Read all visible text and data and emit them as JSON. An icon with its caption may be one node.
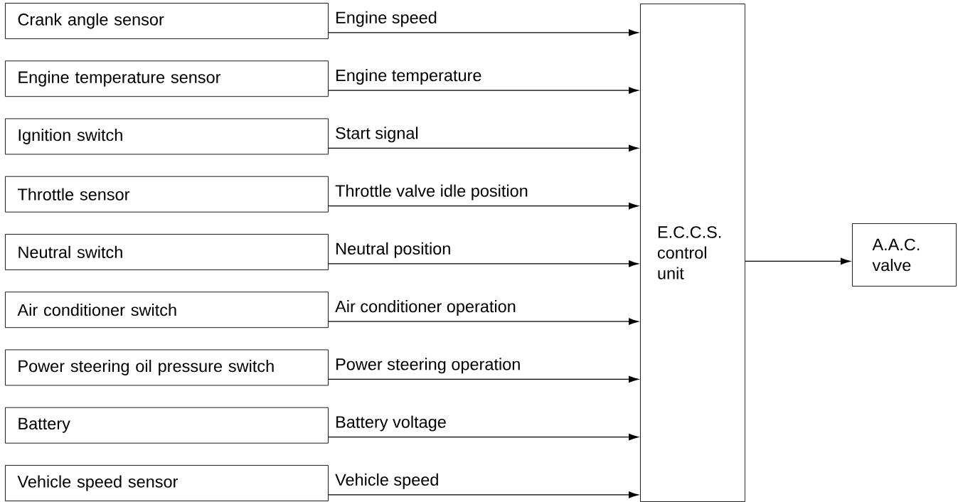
{
  "diagram": {
    "nodes": [
      {
        "text": [
          "Crank angle sensor"
        ]
      },
      {
        "text": [
          "Engine temperature sensor"
        ]
      },
      {
        "text": [
          "Ignition switch"
        ]
      },
      {
        "text": [
          "Throttle sensor"
        ]
      },
      {
        "text": [
          "Neutral switch"
        ]
      },
      {
        "text": [
          "Air conditioner switch"
        ]
      },
      {
        "text": [
          "Power steering oil pressure switch"
        ]
      },
      {
        "text": [
          "Battery"
        ]
      },
      {
        "text": [
          "Vehicle speed sensor"
        ]
      },
      {
        "text": [
          "E.C.C.S. control unit"
        ]
      },
      {
        "text": [
          "A.A.C. valve"
        ]
      }
    ],
    "edges": [
      {
        "from": 0,
        "to": 9,
        "arrow": "to",
        "label": "Engine speed"
      },
      {
        "from": 1,
        "to": 9,
        "arrow": "to",
        "label": "Engine temperature"
      },
      {
        "from": 2,
        "to": 9,
        "arrow": "to",
        "label": "Start signal"
      },
      {
        "from": 3,
        "to": 9,
        "arrow": "to",
        "label": "Throttle valve idle position"
      },
      {
        "from": 4,
        "to": 9,
        "arrow": "to",
        "label": "Neutral position"
      },
      {
        "from": 5,
        "to": 9,
        "arrow": "to",
        "label": "Air conditioner operation"
      },
      {
        "from": 6,
        "to": 9,
        "arrow": "to",
        "label": "Power steering operation"
      },
      {
        "from": 7,
        "to": 9,
        "arrow": "to",
        "label": "Battery voltage"
      },
      {
        "from": 8,
        "to": 9,
        "arrow": "to",
        "label": "Vehicle speed"
      },
      {
        "from": 9,
        "to": 10,
        "arrow": "to"
      }
    ]
  }
}
